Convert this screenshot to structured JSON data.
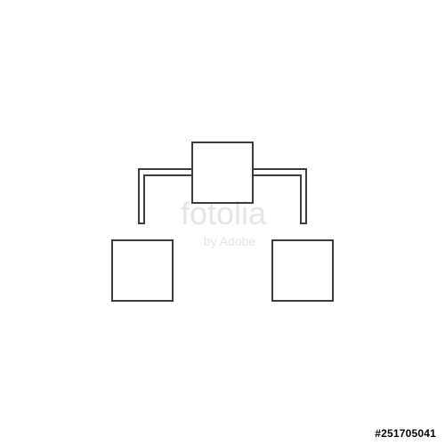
{
  "image": {
    "background_color": "#ffffff",
    "icon": {
      "name": "hierarchy-structure-icon",
      "stroke_color": "#3c3c3c"
    },
    "watermark": {
      "brand": "fotolia",
      "byline": "by Adobe",
      "color": "#e6e6e6"
    },
    "stock_id": "#251705041"
  }
}
